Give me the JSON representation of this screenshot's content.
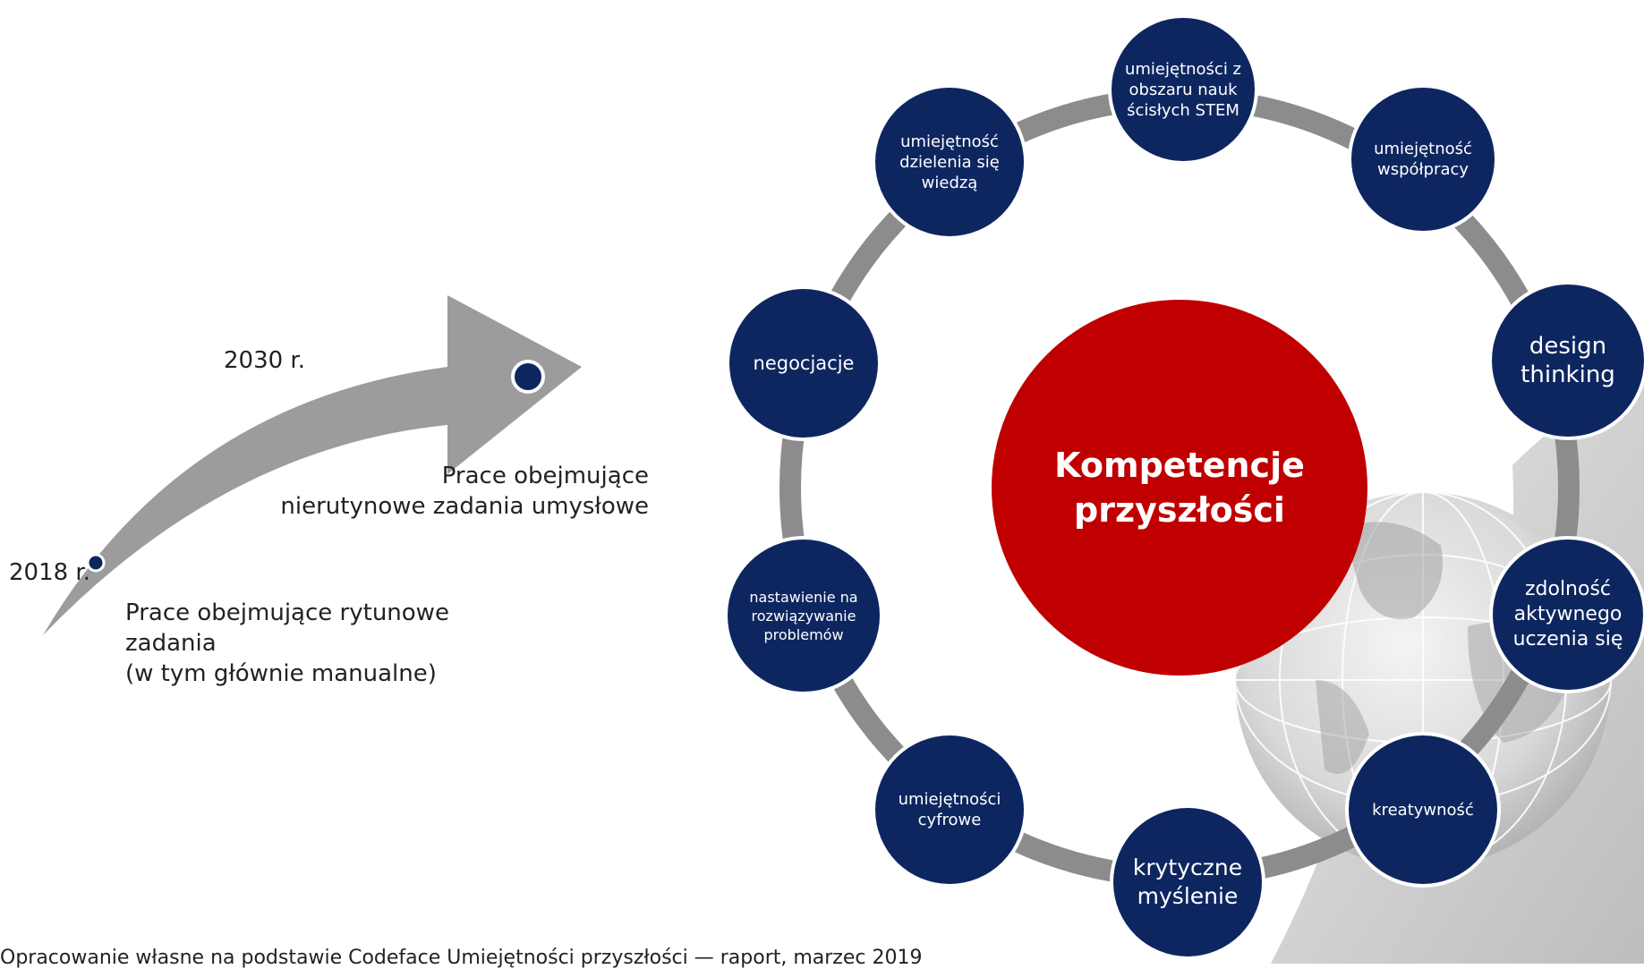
{
  "timeline": {
    "start_year": "2018 r.",
    "end_year": "2030 r.",
    "nonroutine_jobs": "Prace obejmujące\nnierutynowe zadania umysłowe",
    "routine_jobs": "Prace obejmujące rytunowe zadania\n(w tym głównie manualne)"
  },
  "center_title": "Kompetencje\nprzyszłości",
  "competencies": [
    "umiejętności z obszaru nauk ścisłych STEM",
    "umiejętność współpracy",
    "design thinking",
    "zdolność aktywnego uczenia się",
    "kreatywność",
    "krytyczne myślenie",
    "umiejętności cyfrowe",
    "nastawienie na rozwiązywanie problemów",
    "negocjacje",
    "umiejętność dzielenia się wiedzą"
  ],
  "caption": "Opracowanie własne na podstawie Codeface Umiejętności przyszłości — raport, marzec 2019"
}
